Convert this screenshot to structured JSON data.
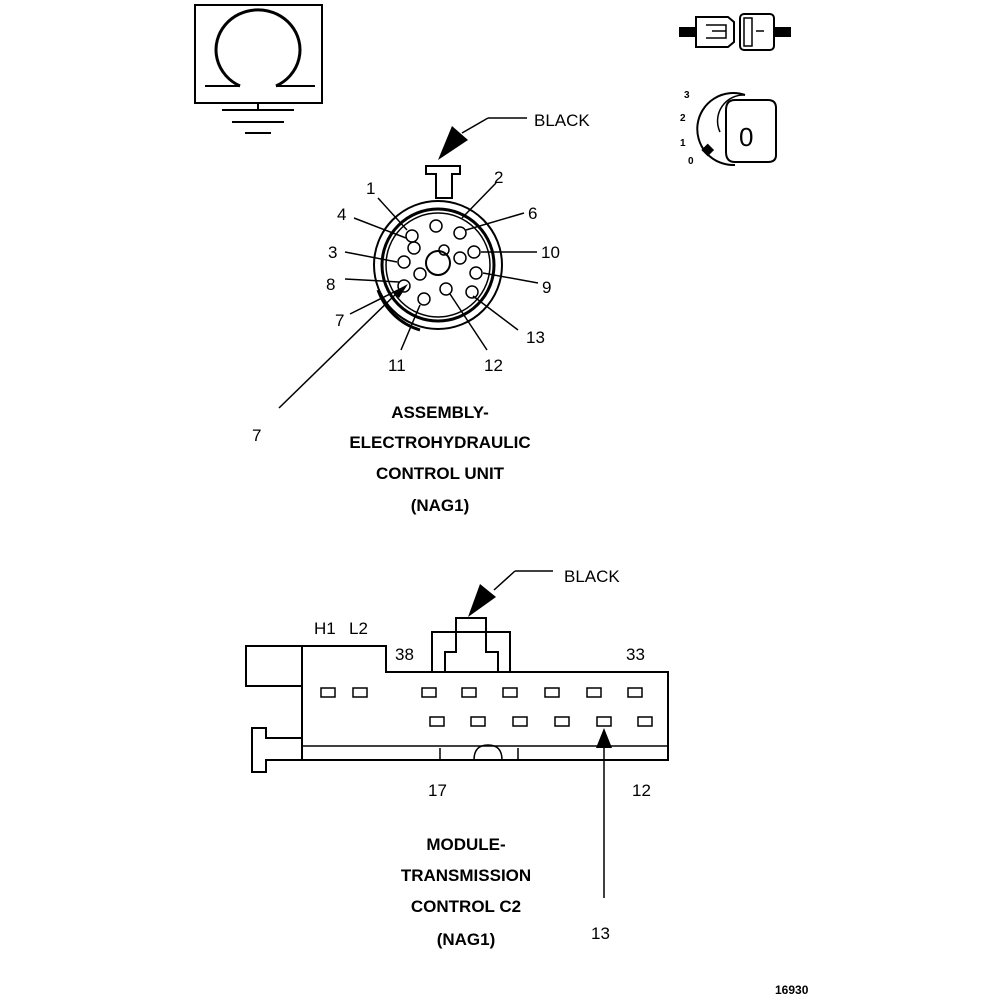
{
  "ground_symbol": {
    "icon": "ground-symbol-icon"
  },
  "legend": {
    "connector_icon": "connector-pair-icon",
    "position_icon": "rotary-position-icon",
    "position_labels": [
      "3",
      "2",
      "1",
      "0"
    ],
    "position_value": "0"
  },
  "ecu_connector": {
    "color_label": "BLACK",
    "pins": [
      "1",
      "2",
      "4",
      "6",
      "3",
      "10",
      "8",
      "9",
      "7",
      "13",
      "11",
      "12"
    ],
    "callout_label": "7",
    "caption": [
      "ASSEMBLY-",
      "ELECTROHYDRAULIC",
      "CONTROL UNIT",
      "(NAG1)"
    ]
  },
  "tcm_connector": {
    "color_label": "BLACK",
    "top_labels": [
      "H1",
      "L2",
      "38",
      "33"
    ],
    "bottom_labels": [
      "17",
      "12"
    ],
    "callout_label": "13",
    "caption": [
      "MODULE-",
      "TRANSMISSION",
      "CONTROL C2",
      "(NAG1)"
    ]
  },
  "figure_number": "16930"
}
